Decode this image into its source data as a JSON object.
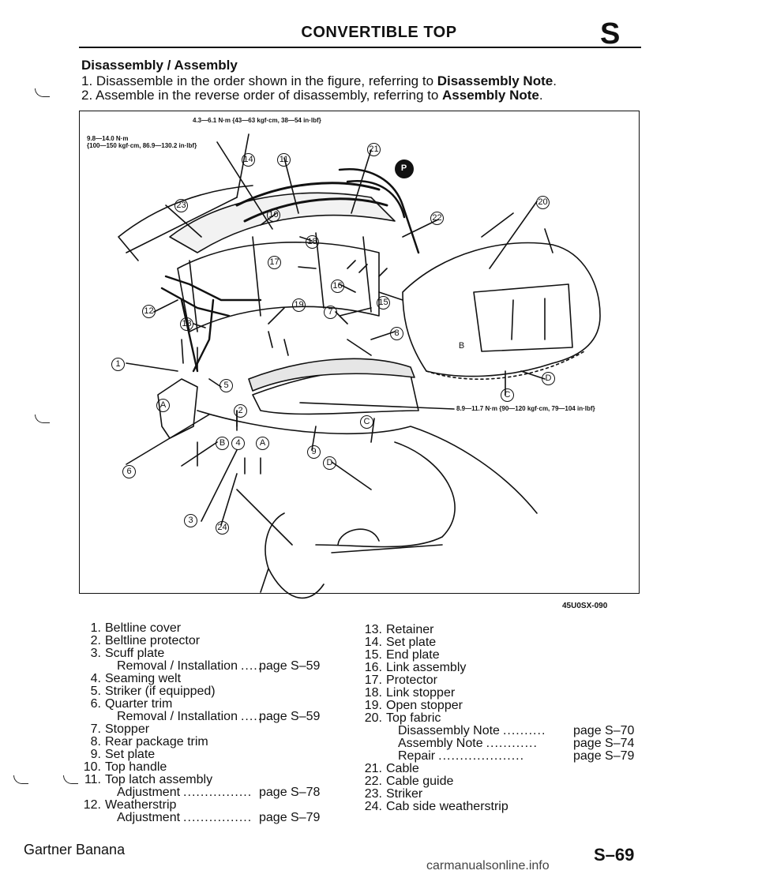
{
  "header": {
    "title": "CONVERTIBLE TOP",
    "section": "S"
  },
  "heading": "Disassembly / Assembly",
  "steps": [
    {
      "num": "1.",
      "text": "Disassemble in the order shown in the figure, referring to ",
      "bold": "Disassembly Note",
      "end": "."
    },
    {
      "num": "2.",
      "text": "Assemble in the reverse order of disassembly, referring to ",
      "bold": "Assembly Note",
      "end": "."
    }
  ],
  "figure": {
    "torque_top": "4.3—6.1 N·m {43—63 kgf·cm, 38—54 in·lbf}",
    "torque_left_1": "9.8—14.0 N·m",
    "torque_left_2": "{100—150 kgf·cm, 86.9—130.2 in·lbf}",
    "torque_right": "8.9—11.7 N·m {90—120 kgf·cm, 79—104 in·lbf}",
    "callouts": [
      "14",
      "11",
      "21",
      "P",
      "20",
      "23",
      "22",
      "10",
      "18",
      "17",
      "16",
      "15",
      "12",
      "13",
      "19",
      "7",
      "8",
      "B",
      "D",
      "C",
      "1",
      "A",
      "5",
      "2",
      "C",
      "B",
      "4",
      "A",
      "9",
      "D",
      "6",
      "3",
      "24"
    ],
    "code": "45U0SX-090"
  },
  "parts_left": [
    {
      "num": "1.",
      "label": "Beltline cover"
    },
    {
      "num": "2.",
      "label": "Beltline protector"
    },
    {
      "num": "3.",
      "label": "Scuff plate"
    },
    {
      "sub": "Removal / Installation",
      "dots": ".......",
      "ref": "page S–59"
    },
    {
      "num": "4.",
      "label": "Seaming welt"
    },
    {
      "num": "5.",
      "label": "Striker (if equipped)"
    },
    {
      "num": "6.",
      "label": "Quarter trim"
    },
    {
      "sub": "Removal / Installation",
      "dots": ".......",
      "ref": "page S–59"
    },
    {
      "num": "7.",
      "label": "Stopper"
    },
    {
      "num": "8.",
      "label": "Rear package trim"
    },
    {
      "num": "9.",
      "label": "Set plate"
    },
    {
      "num": "10.",
      "label": "Top handle"
    },
    {
      "num": "11.",
      "label": "Top latch assembly"
    },
    {
      "sub": "Adjustment",
      "dots": "................",
      "ref": "page S–78"
    },
    {
      "num": "12.",
      "label": "Weatherstrip"
    },
    {
      "sub": "Adjustment",
      "dots": "................",
      "ref": "page S–79"
    }
  ],
  "parts_right": [
    {
      "num": "13.",
      "label": "Retainer"
    },
    {
      "num": "14.",
      "label": "Set plate"
    },
    {
      "num": "15.",
      "label": "End plate"
    },
    {
      "num": "16.",
      "label": "Link assembly"
    },
    {
      "num": "17.",
      "label": "Protector"
    },
    {
      "num": "18.",
      "label": "Link stopper"
    },
    {
      "num": "19.",
      "label": "Open stopper"
    },
    {
      "num": "20.",
      "label": "Top fabric"
    },
    {
      "sub": "Disassembly Note",
      "dots": "..........",
      "ref": "page S–70"
    },
    {
      "sub": "Assembly Note",
      "dots": "............",
      "ref": "page S–74"
    },
    {
      "sub": "Repair",
      "dots": "....................",
      "ref": "page S–79"
    },
    {
      "num": "21.",
      "label": "Cable"
    },
    {
      "num": "22.",
      "label": "Cable guide"
    },
    {
      "num": "23.",
      "label": "Striker"
    },
    {
      "num": "24.",
      "label": "Cab side weatherstrip"
    }
  ],
  "footer": {
    "left": "Gartner Banana",
    "page": "S–69",
    "watermark": "carmanualsonline.info"
  }
}
